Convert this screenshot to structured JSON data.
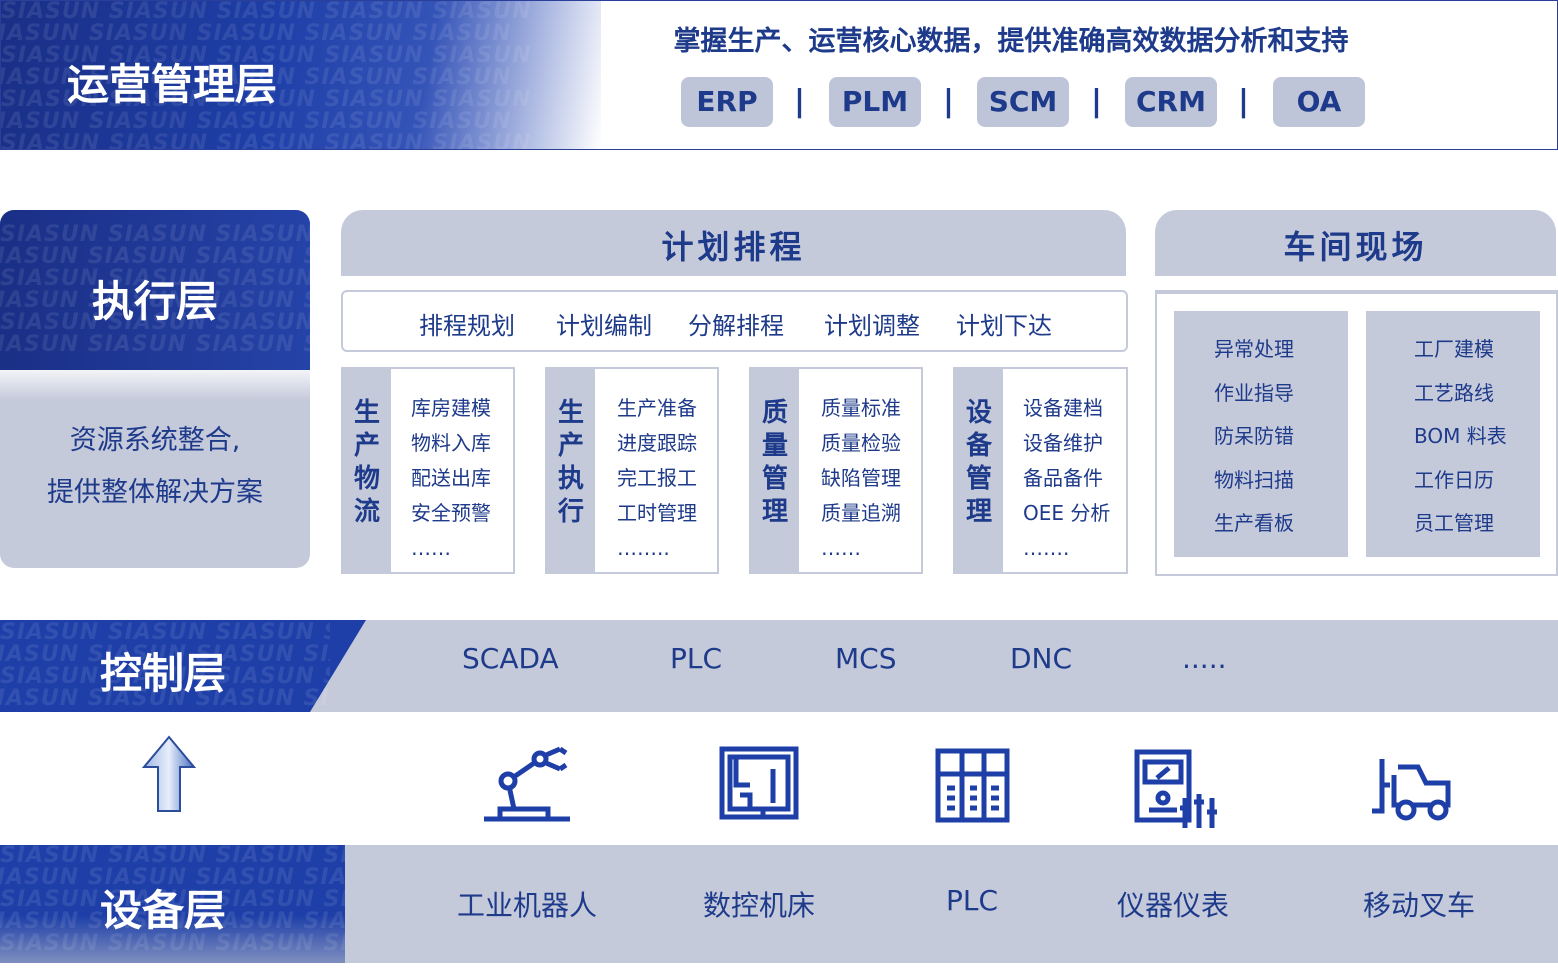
{
  "operations": {
    "title": "运营管理层",
    "description": "掌握生产、运营核心数据，提供准确高效数据分析和支持",
    "systems": [
      "ERP",
      "PLM",
      "SCM",
      "CRM",
      "OA"
    ],
    "separator": "|"
  },
  "execution": {
    "title": "执行层",
    "subtitle_line1": "资源系统整合,",
    "subtitle_line2": "提供整体解决方案",
    "planning": {
      "title": "计划排程",
      "items": [
        "排程规划",
        "计划编制",
        "分解排程",
        "计划调整",
        "计划下达"
      ]
    },
    "modules": [
      {
        "name_chars": [
          "生",
          "产",
          "物",
          "流"
        ],
        "items": [
          "库房建模",
          "物料入库",
          "配送出库",
          "安全预警",
          "……"
        ]
      },
      {
        "name_chars": [
          "生",
          "产",
          "执",
          "行"
        ],
        "items": [
          "生产准备",
          "进度跟踪",
          "完工报工",
          "工时管理",
          "…….."
        ]
      },
      {
        "name_chars": [
          "质",
          "量",
          "管",
          "理"
        ],
        "items": [
          "质量标准",
          "质量检验",
          "缺陷管理",
          "质量追溯",
          "……"
        ]
      },
      {
        "name_chars": [
          "设",
          "备",
          "管",
          "理"
        ],
        "items": [
          "设备建档",
          "设备维护",
          "备品备件",
          "OEE 分析",
          "……."
        ]
      }
    ],
    "workshop": {
      "title": "车间现场",
      "left_items": [
        "异常处理",
        "作业指导",
        "防呆防错",
        "物料扫描",
        "生产看板"
      ],
      "right_items": [
        "工厂建模",
        "工艺路线",
        "BOM 料表",
        "工作日历",
        "员工管理"
      ]
    }
  },
  "control": {
    "title": "控制层",
    "items": [
      "SCADA",
      "PLC",
      "MCS",
      "DNC",
      "....."
    ]
  },
  "equipment": {
    "title": "设备层",
    "devices": [
      {
        "label": "工业机器人",
        "icon": "robot-arm-icon"
      },
      {
        "label": "数控机床",
        "icon": "cnc-machine-icon"
      },
      {
        "label": "PLC",
        "icon": "plc-icon"
      },
      {
        "label": "仪器仪表",
        "icon": "instrument-icon"
      },
      {
        "label": "移动叉车",
        "icon": "forklift-icon"
      }
    ]
  },
  "watermark": "SIASUN SIASUN SIASUN SIASUN SIASUN",
  "colors": {
    "brand_blue": "#1e3fa8",
    "light_grey": "#c5cadb",
    "text_blue": "#1e3a8a"
  }
}
